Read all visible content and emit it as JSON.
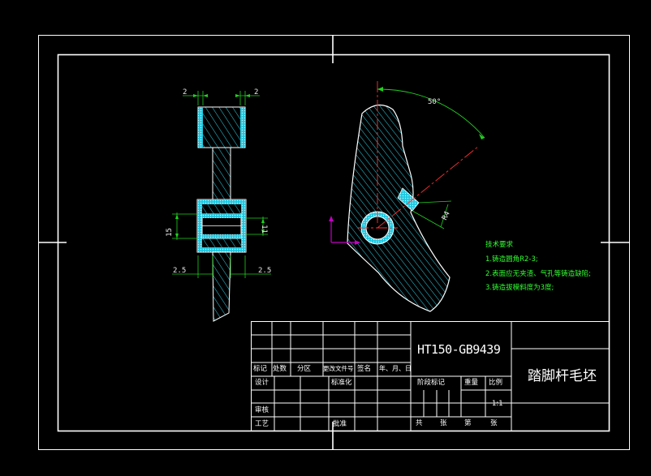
{
  "colors": {
    "background": "#000000",
    "frame": "#ffffff",
    "hatch": "#2fd2e8",
    "section_outline": "#ffffff",
    "center_line": "#ff3030",
    "dimension": "#20d020",
    "notes": "#32ff32",
    "ucs": "#c000c0"
  },
  "dimensions": {
    "top_left": "2",
    "top_right": "2",
    "bore_left": "15",
    "bore_right": "11",
    "bottom_left": "2.5",
    "bottom_right": "2.5",
    "angle": "50°",
    "radial": "R4"
  },
  "technical_requirements": {
    "title": "技术要求",
    "items": [
      "1.铸造圆角R2-3;",
      "2.表面应无夹渣、气孔等铸造缺陷;",
      "3.铸造拔模斜度为3度;"
    ]
  },
  "title_block": {
    "material": "HT150-GB9439",
    "part_name": "踏脚杆毛坯",
    "revision_headers": [
      "标记",
      "处数",
      "分区",
      "更改文件号",
      "签名",
      "年、月、日"
    ],
    "design": "设计",
    "standardization": "标准化",
    "review": "审核",
    "process": "工艺",
    "approve": "批准",
    "stage_label": "阶段标记",
    "weight": "重量",
    "scale_label": "比例",
    "scale_value": "1:1",
    "total_sheets": "共",
    "sheet_unit_1": "张",
    "sheet_no": "第",
    "sheet_unit_2": "张"
  }
}
